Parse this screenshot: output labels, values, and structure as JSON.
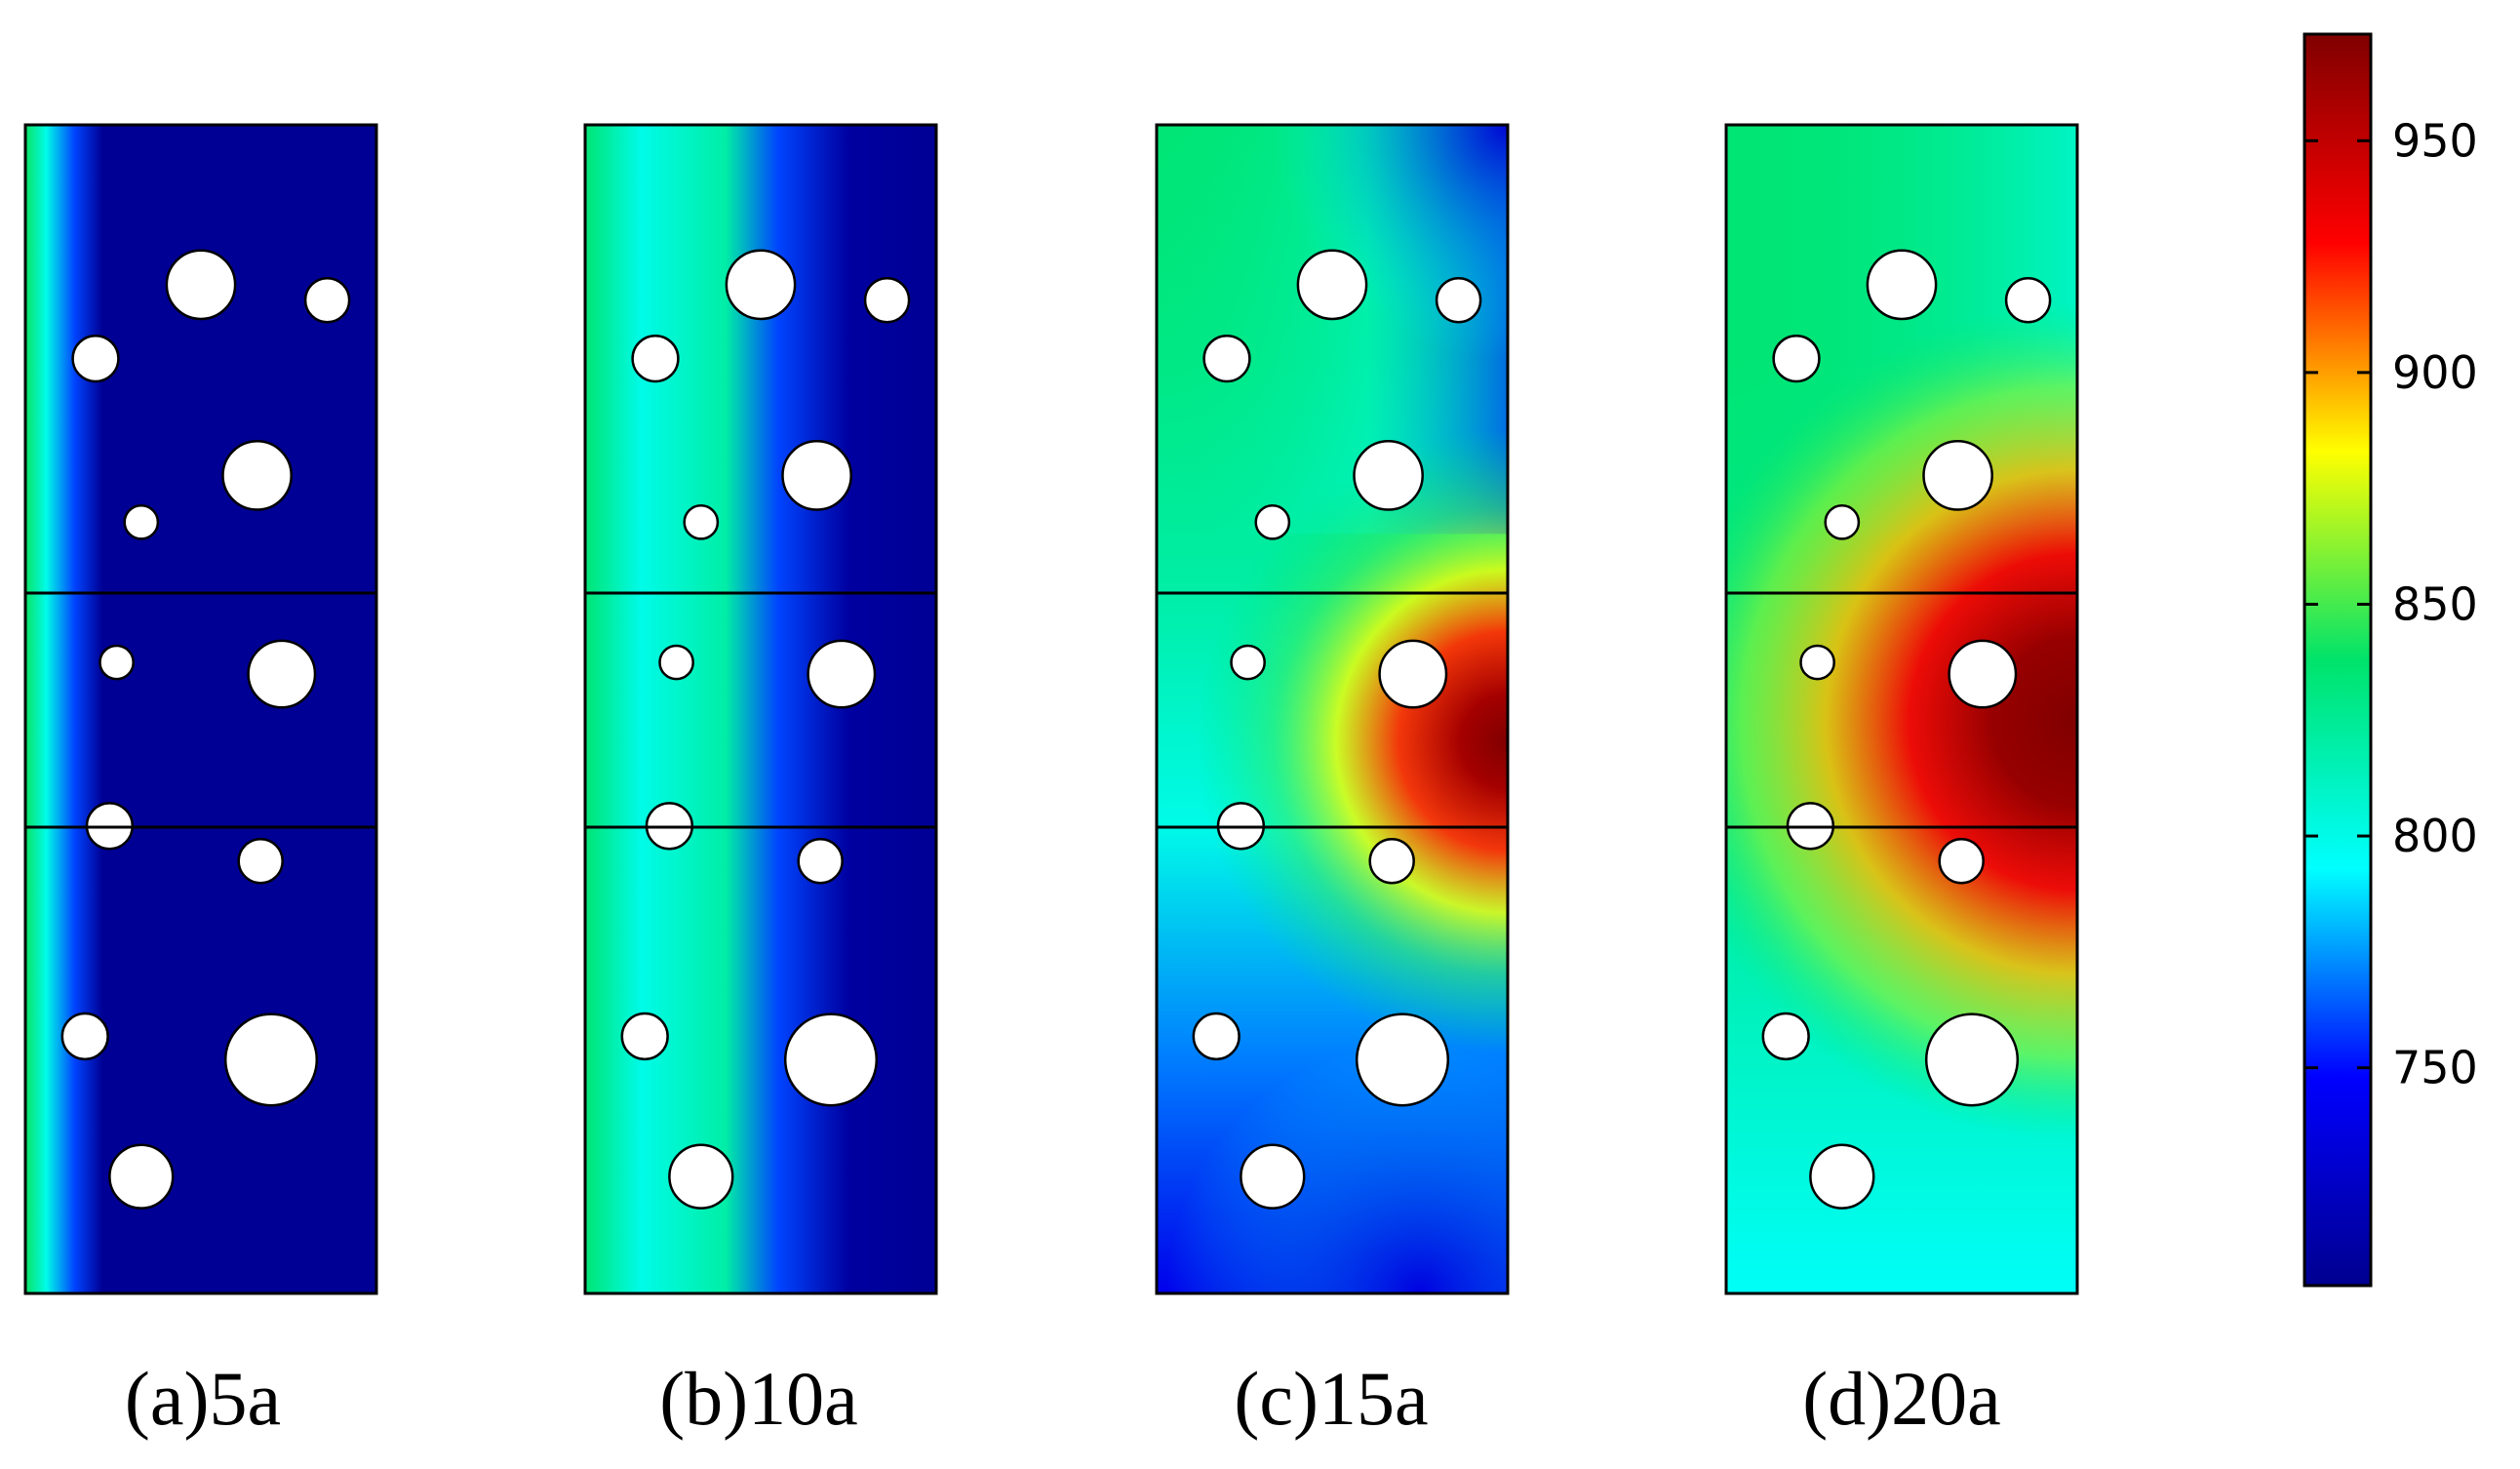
{
  "chart_data": {
    "type": "heatmap",
    "title": "",
    "panels": [
      {
        "label": "(a)5a",
        "years": 5,
        "field_min": 705,
        "field_max": 815,
        "bands": [
          {
            "x": 0.0,
            "y": 0.0,
            "v": 840
          },
          {
            "x": 0.06,
            "y": 0.0,
            "v": 800
          },
          {
            "x": 0.14,
            "y": 0.0,
            "v": 760
          },
          {
            "x": 0.22,
            "y": 0.0,
            "v": 705
          },
          {
            "x": 1.0,
            "y": 0.0,
            "v": 705
          }
        ]
      },
      {
        "label": "(b)10a",
        "years": 10,
        "field_min": 705,
        "field_max": 845,
        "bands": [
          {
            "x": 0.0,
            "y": 0.0,
            "v": 835
          },
          {
            "x": 0.16,
            "y": 0.0,
            "v": 800
          },
          {
            "x": 0.4,
            "y": 0.0,
            "v": 820
          },
          {
            "x": 0.55,
            "y": 0.0,
            "v": 760
          },
          {
            "x": 0.75,
            "y": 0.0,
            "v": 710
          },
          {
            "x": 1.0,
            "y": 0.0,
            "v": 705
          }
        ]
      },
      {
        "label": "(c)15a",
        "years": 15,
        "field_min": 730,
        "field_max": 975,
        "bands": []
      },
      {
        "label": "(d)20a",
        "years": 20,
        "field_min": 790,
        "field_max": 975,
        "bands": []
      }
    ],
    "colorbar": {
      "min": 703,
      "max": 973,
      "ticks": [
        750,
        800,
        850,
        900,
        950
      ],
      "tick_labels": [
        "750",
        "800",
        "850",
        "900",
        "950"
      ],
      "colormap": [
        "#00008f",
        "#0000ff",
        "#00ffff",
        "#00e36a",
        "#ffff00",
        "#ff0000",
        "#800000"
      ]
    },
    "holes": [
      {
        "cx": 0.5,
        "cy": 0.07,
        "r": 0.195,
        "unit": "panel"
      },
      {
        "cx": 0.86,
        "cy": 0.15,
        "r": 0.125
      },
      {
        "cx": 0.2,
        "cy": 0.2,
        "r": 0.13
      },
      {
        "cx": 0.66,
        "cy": 0.3,
        "r": 0.195
      },
      {
        "cx": 0.33,
        "cy": 0.34,
        "r": 0.095
      },
      {
        "cx": 0.26,
        "cy": 0.46,
        "r": 0.095
      },
      {
        "cx": 0.73,
        "cy": 0.47,
        "r": 0.19
      },
      {
        "cx": 0.24,
        "cy": 0.6,
        "r": 0.13
      },
      {
        "cx": 0.67,
        "cy": 0.63,
        "r": 0.125
      },
      {
        "cx": 0.17,
        "cy": 0.78,
        "r": 0.13
      },
      {
        "cx": 0.7,
        "cy": 0.8,
        "r": 0.26
      },
      {
        "cx": 0.33,
        "cy": 0.9,
        "r": 0.18
      }
    ],
    "layer_boundaries": [
      0.4,
      0.6
    ],
    "grid": false
  }
}
